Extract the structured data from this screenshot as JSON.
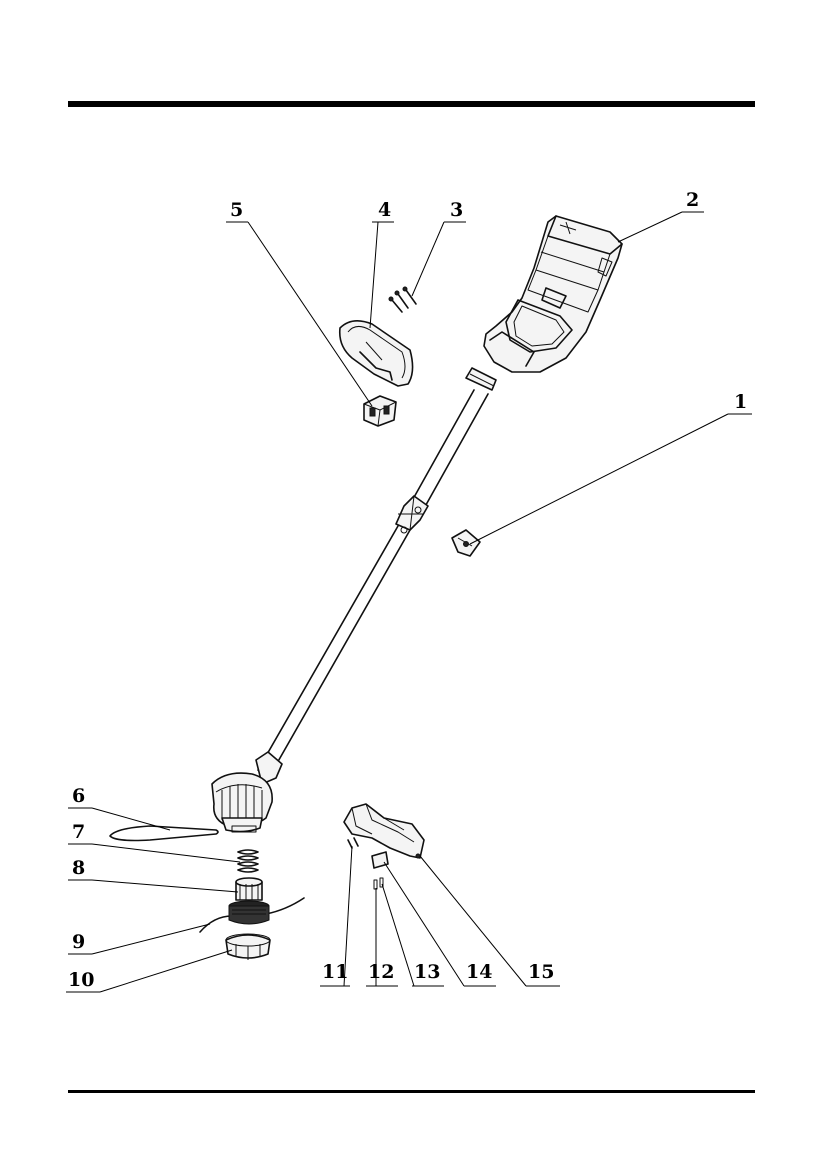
{
  "figure": {
    "colors": {
      "ink": "#000000",
      "background": "#ffffff"
    },
    "callouts": [
      {
        "number": "1"
      },
      {
        "number": "2"
      },
      {
        "number": "3"
      },
      {
        "number": "4"
      },
      {
        "number": "5"
      },
      {
        "number": "6"
      },
      {
        "number": "7"
      },
      {
        "number": "8"
      },
      {
        "number": "9"
      },
      {
        "number": "10"
      },
      {
        "number": "11"
      },
      {
        "number": "12"
      },
      {
        "number": "13"
      },
      {
        "number": "14"
      },
      {
        "number": "15"
      }
    ]
  }
}
